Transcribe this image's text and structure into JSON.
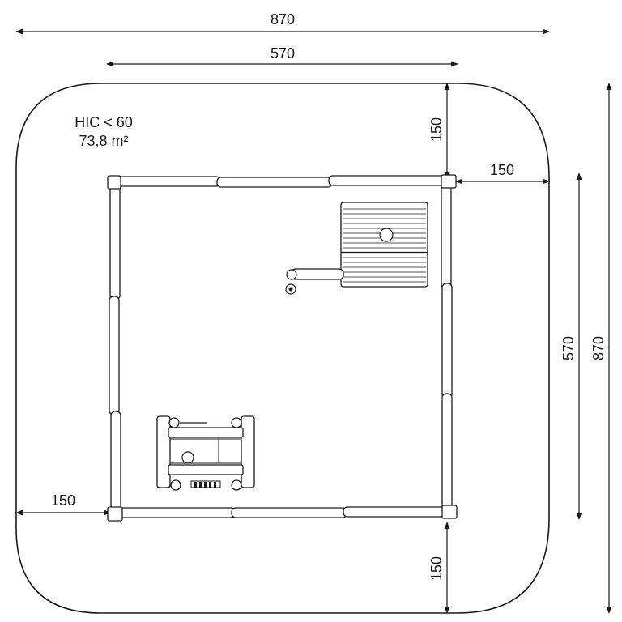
{
  "safety_area": {
    "hic": "HIC < 60",
    "area": "73,8 m²"
  },
  "dimensions": {
    "overall_width": "870",
    "inner_width": "570",
    "top_clearance": "150",
    "right_clearance": "150",
    "inner_height": "570",
    "overall_height": "870",
    "left_clearance": "150",
    "bottom_clearance": "150"
  }
}
